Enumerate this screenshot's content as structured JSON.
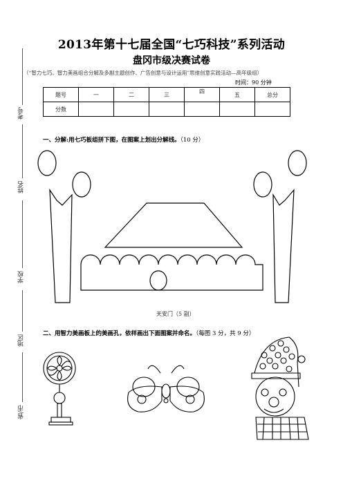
{
  "header": {
    "title": "2013年第十七届全国“七巧科技”系列活动",
    "subtitle": "盘冈市级决赛试卷",
    "note": "（“智力七巧、智力美画组合分解及多副主题创作、广告创意与设计运用”思维创意实践活动—高年级组）",
    "time": "时间：90 分钟"
  },
  "score_table": {
    "row1": [
      "题号",
      "一",
      "二",
      "三",
      "四",
      "五",
      "总分"
    ],
    "row2_label": "分数"
  },
  "side_labels": [
    "考号",
    "姓名",
    "学校",
    "地区",
    "省/市"
  ],
  "question1": {
    "text": "一、分解:用七巧板组拼下图，在图案上划出分解线。",
    "score": "（10 分）"
  },
  "figure1_caption": "天安门（5 副）",
  "question2": {
    "text": "二、用智力美画板上的美画孔，依样画出下面图案并命名。",
    "score": "（每图 3 分，共 9 分）"
  }
}
